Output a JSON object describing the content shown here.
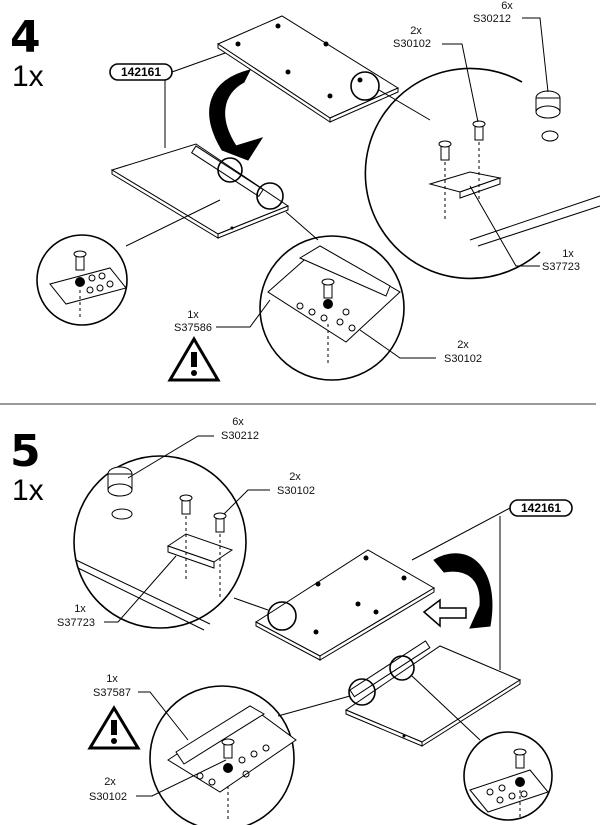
{
  "step4": {
    "number": "4",
    "quantity": "1x",
    "part_tag": "142161",
    "callouts": {
      "cam_qty": "6x",
      "cam_code": "S30212",
      "screw_top_qty": "2x",
      "screw_top_code": "S30102",
      "bracket_qty": "1x",
      "bracket_code": "S37723",
      "rail_qty": "1x",
      "rail_code": "S37586",
      "screw_rail_qty": "2x",
      "screw_rail_code": "S30102"
    }
  },
  "step5": {
    "number": "5",
    "quantity": "1x",
    "part_tag": "142161",
    "callouts": {
      "cam_qty": "6x",
      "cam_code": "S30212",
      "screw_top_qty": "2x",
      "screw_top_code": "S30102",
      "bracket_qty": "1x",
      "bracket_code": "S37723",
      "rail_qty": "1x",
      "rail_code": "S37587",
      "screw_rail_qty": "2x",
      "screw_rail_code": "S30102"
    }
  },
  "icons": [
    "warning-triangle-icon",
    "rotate-arrow-icon",
    "screw-icon",
    "cam-lock-icon"
  ]
}
